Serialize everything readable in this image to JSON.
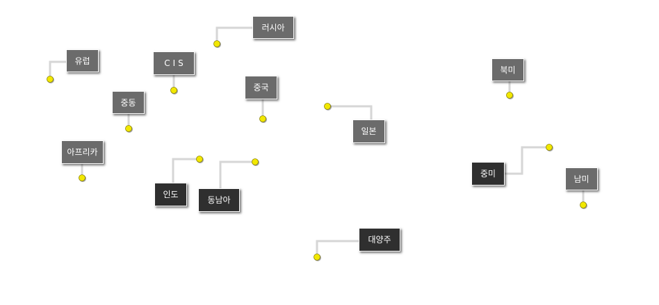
{
  "colors": {
    "label_gray": "#6b6b6b",
    "label_dark": "#2f2f2f",
    "connector": "#d6d6d6",
    "dot": "#f2e800",
    "dot_outline": "#8a8200"
  },
  "regions": {
    "russia": "러시아",
    "europe": "유럽",
    "cis": "CIS",
    "china": "중국",
    "middle_east": "중동",
    "japan": "일본",
    "north_america": "북미",
    "africa": "아프리카",
    "india": "인도",
    "southeast_asia": "동남아",
    "central_america": "중미",
    "south_america": "남미",
    "oceania": "대양주"
  }
}
